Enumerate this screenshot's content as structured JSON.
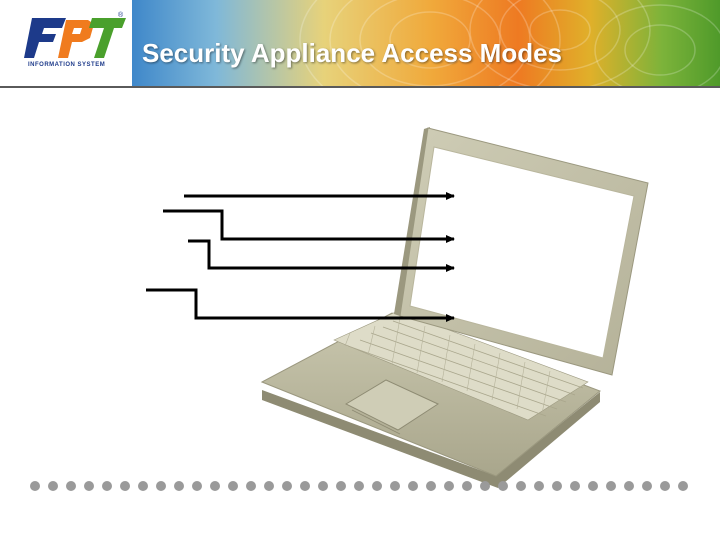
{
  "slide": {
    "title": "Security Appliance Access Modes"
  },
  "logo": {
    "brand": "FPT",
    "tagline": "INFORMATION SYSTEM",
    "registered_mark": "®",
    "colors": {
      "blue": "#1d3a8a",
      "orange": "#f07b1e",
      "green": "#4aa02c"
    }
  },
  "colors": {
    "header_line": "#5a5a5a",
    "laptop_body": "#bdbba2",
    "dot": "#9a9a9a"
  },
  "illustration": {
    "icon": "laptop-icon",
    "connector_lines": 4
  }
}
